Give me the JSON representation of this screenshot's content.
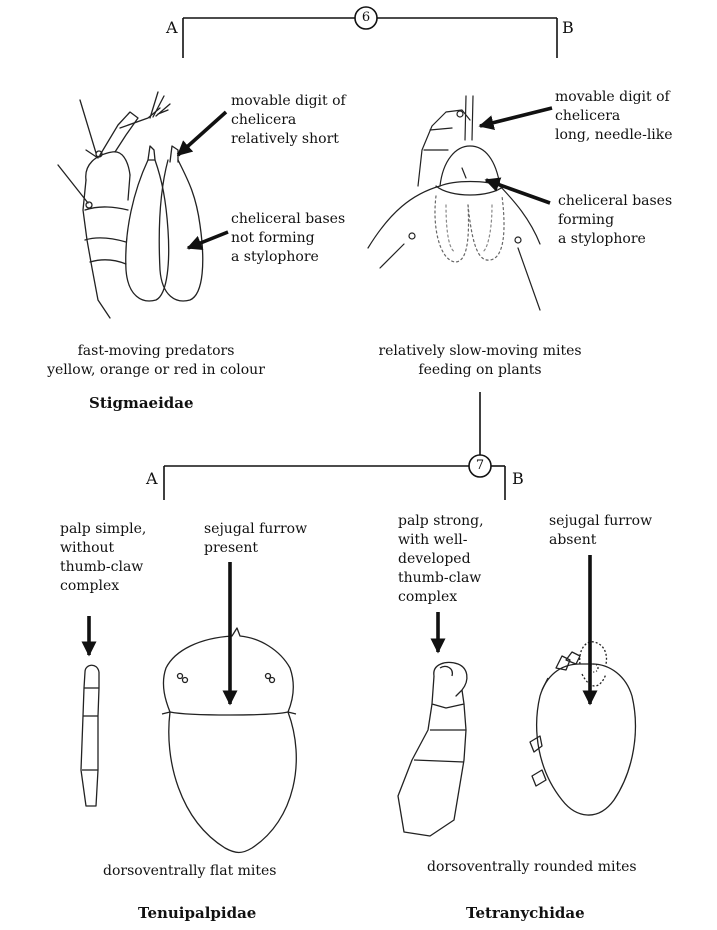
{
  "couplet_6": {
    "number": "6",
    "branch_a": "A",
    "branch_b": "B",
    "a": {
      "label_chelicera": "movable digit of\nchelicera\nrelatively short",
      "label_bases": "cheliceral bases\nnot forming\na stylophore",
      "description": "fast-moving predators\nyellow, orange or red in colour",
      "family": "Stigmaeidae"
    },
    "b": {
      "label_chelicera": "movable digit of\nchelicera\nlong, needle-like",
      "label_bases": "cheliceral bases\nforming\na stylophore",
      "description": "relatively slow-moving mites\nfeeding on plants"
    }
  },
  "couplet_7": {
    "number": "7",
    "branch_a": "A",
    "branch_b": "B",
    "a": {
      "label_palp": "palp simple,\nwithout\nthumb-claw\ncomplex",
      "label_furrow": "sejugal furrow\npresent",
      "description": "dorsoventrally flat mites",
      "family": "Tenuipalpidae"
    },
    "b": {
      "label_palp": "palp strong,\nwith well-\ndeveloped\nthumb-claw\ncomplex",
      "label_furrow": "sejugal furrow\nabsent",
      "description": "dorsoventrally rounded mites",
      "family": "Tetranychidae"
    }
  }
}
